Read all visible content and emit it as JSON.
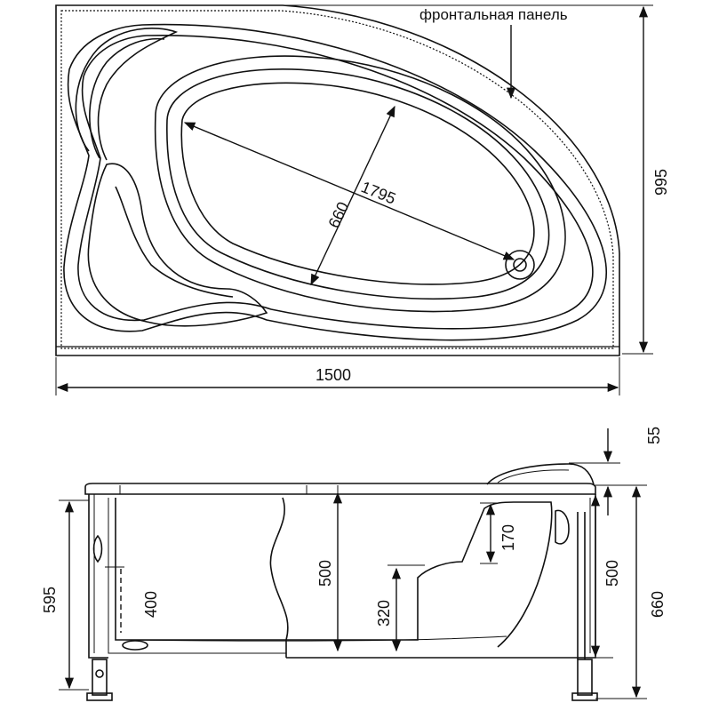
{
  "diagram": {
    "top_view": {
      "front_panel_label": "фронтальная панель",
      "width": "1500",
      "depth": "995",
      "inner_length": "1795",
      "inner_width": "660"
    },
    "side_view": {
      "rim_height": "55",
      "headrest_height": "170",
      "total_height": "660",
      "leg_height": "595",
      "depth_left": "500",
      "depth_right": "500",
      "seat_height": "320",
      "drain_height": "400"
    }
  }
}
